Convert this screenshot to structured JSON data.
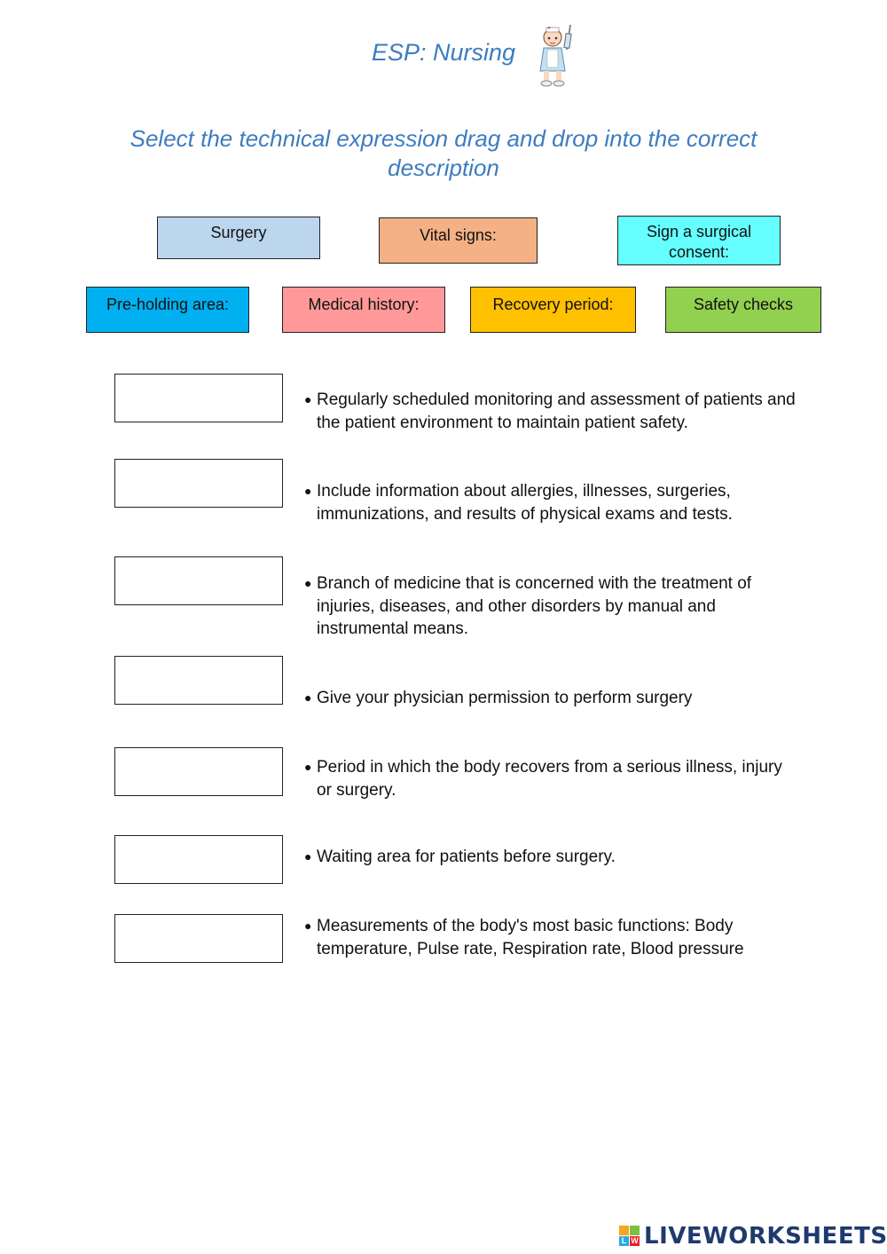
{
  "header": {
    "title": "ESP: Nursing",
    "instruction": "Select the technical expression drag and drop into the correct description"
  },
  "chips": [
    {
      "label": "Surgery",
      "color": "#bcd6ee"
    },
    {
      "label": "Vital signs:",
      "color": "#f4b183"
    },
    {
      "label": "Sign a surgical consent:",
      "color": "#66ffff"
    },
    {
      "label": "Pre-holding area:",
      "color": "#00b0f0"
    },
    {
      "label": "Medical history:",
      "color": "#ff9999"
    },
    {
      "label": "Recovery period:",
      "color": "#ffc000"
    },
    {
      "label": "Safety checks",
      "color": "#92d050"
    }
  ],
  "items": [
    {
      "answer": "",
      "description": "Regularly scheduled monitoring and assessment of patients and the patient environment to maintain patient safety."
    },
    {
      "answer": "",
      "description": "Include information about allergies, illnesses, surgeries, immunizations, and results of physical exams and tests."
    },
    {
      "answer": "",
      "description": "Branch of medicine that is concerned with the treatment of injuries, diseases, and other disorders by manual and instrumental means."
    },
    {
      "answer": "",
      "description": "Give your physician permission to perform surgery"
    },
    {
      "answer": "",
      "description": "Period in which the body recovers from a serious illness, injury or surgery."
    },
    {
      "answer": "",
      "description": "Waiting area for patients before surgery."
    },
    {
      "answer": "",
      "description": "Measurements of the body's most basic functions: Body temperature, Pulse rate,  Respiration rate, Blood pressure"
    }
  ],
  "footer": {
    "brand": "LIVEWORKSHEETS",
    "logo_letters": [
      "L",
      "W"
    ]
  }
}
